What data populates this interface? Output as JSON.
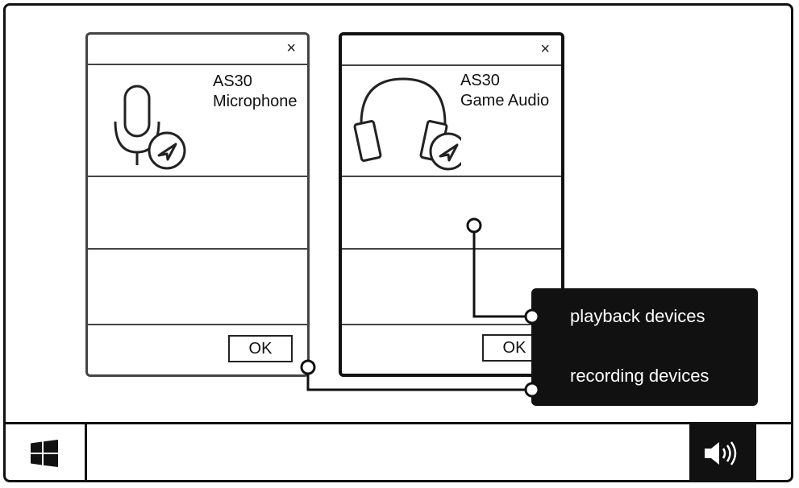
{
  "dialogs": {
    "microphone": {
      "close_glyph": "×",
      "name_line1": "AS30",
      "name_line2": "Microphone",
      "icon": "microphone-icon",
      "ok_label": "OK"
    },
    "game_audio": {
      "close_glyph": "×",
      "name_line1": "AS30",
      "name_line2": "Game Audio",
      "icon": "headphones-icon",
      "ok_label": "OK"
    }
  },
  "context_menu": {
    "items": [
      {
        "label": "playback devices"
      },
      {
        "label": "recording devices"
      }
    ]
  },
  "taskbar": {
    "start_icon": "windows-logo-icon",
    "tray_icon": "speaker-volume-icon"
  },
  "colors": {
    "outline": "#111111",
    "menu_background": "#111111",
    "menu_text": "#ffffff"
  }
}
